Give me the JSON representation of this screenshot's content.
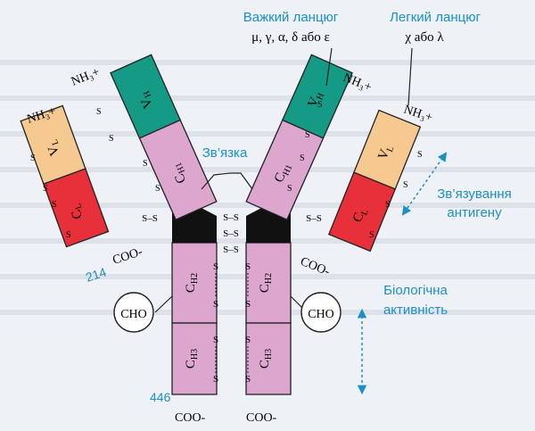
{
  "labels": {
    "heavy_chain_title": "Важкий ланцюг",
    "heavy_chain_types": "μ, γ, α, δ або ε",
    "light_chain_title": "Легкий ланцюг",
    "light_chain_types": "χ або λ",
    "hinge": "Зв’язка",
    "antigen_binding_1": "Зв’язування",
    "antigen_binding_2": "антигену",
    "bio_activity_1": "Біологічна",
    "bio_activity_2": "активність",
    "num_214": "214",
    "num_446": "446",
    "nh3": "NH₃+",
    "coo": "COO-",
    "cho": "CHO",
    "ss": "S–S",
    "s": "S"
  },
  "domains": {
    "vl": "V",
    "vl_sub": "L",
    "cl": "C",
    "cl_sub": "L",
    "vh": "V",
    "vh_sub": "H",
    "ch1": "C",
    "ch1_sub": "H1",
    "ch2": "C",
    "ch2_sub": "H2",
    "ch3": "C",
    "ch3_sub": "H3"
  },
  "colors": {
    "vl": "#f5c98f",
    "cl": "#e8303a",
    "vh": "#159b85",
    "ch": "#dca6cf",
    "hinge": "#111111",
    "accent": "#1c8fc4"
  }
}
